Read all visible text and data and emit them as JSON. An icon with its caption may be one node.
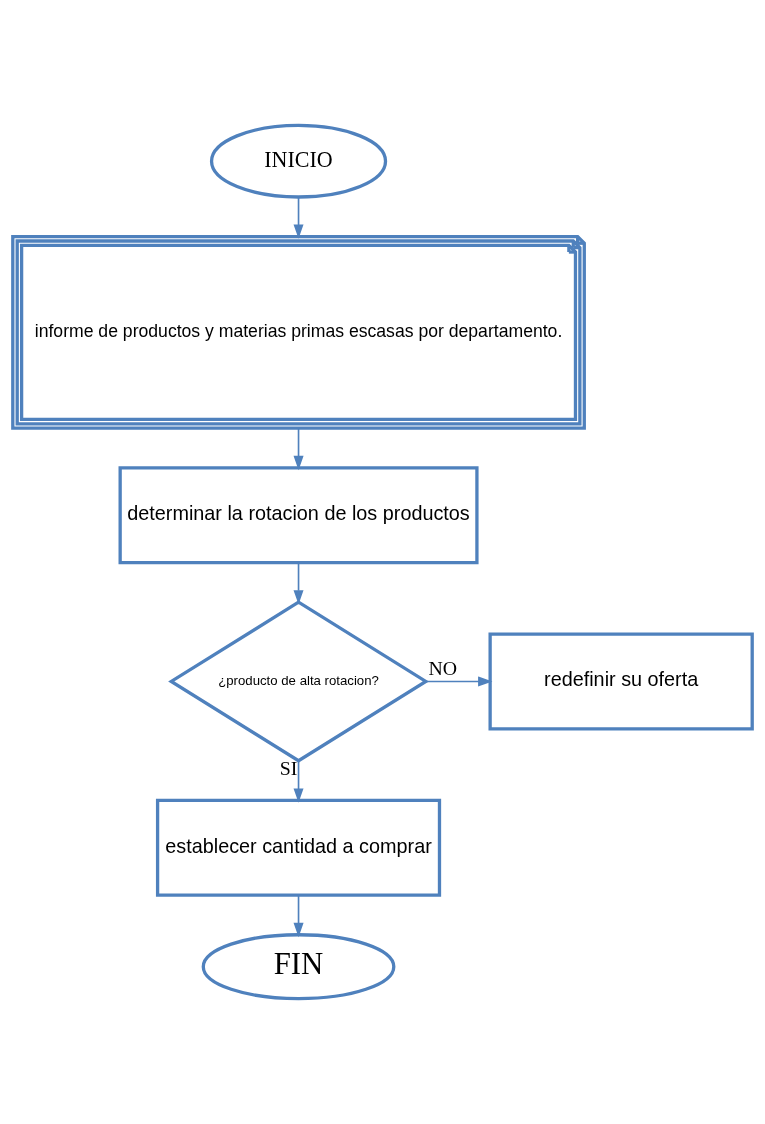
{
  "diagram": {
    "nodes": [
      {
        "text": [
          "INICIO"
        ]
      },
      {
        "text": [
          "informe de productos y materias primas escasas por departamento."
        ]
      },
      {
        "text": [
          "determinar la rotacion de los productos"
        ]
      },
      {
        "text": [
          "¿producto de alta rotacion?"
        ]
      },
      {
        "text": [
          "redefinir su oferta"
        ]
      },
      {
        "text": [
          "establecer cantidad a comprar"
        ]
      },
      {
        "text": [
          "FIN"
        ]
      }
    ],
    "edges": [
      {
        "from": 0,
        "to": 1,
        "arrow": "to"
      },
      {
        "from": 1,
        "to": 2,
        "arrow": "to"
      },
      {
        "from": 2,
        "to": 3,
        "arrow": "to"
      },
      {
        "from": 3,
        "to": 4,
        "arrow": "to",
        "label": "NO"
      },
      {
        "from": 3,
        "to": 5,
        "arrow": "to",
        "label": "SI"
      },
      {
        "from": 5,
        "to": 6,
        "arrow": "to"
      }
    ]
  }
}
